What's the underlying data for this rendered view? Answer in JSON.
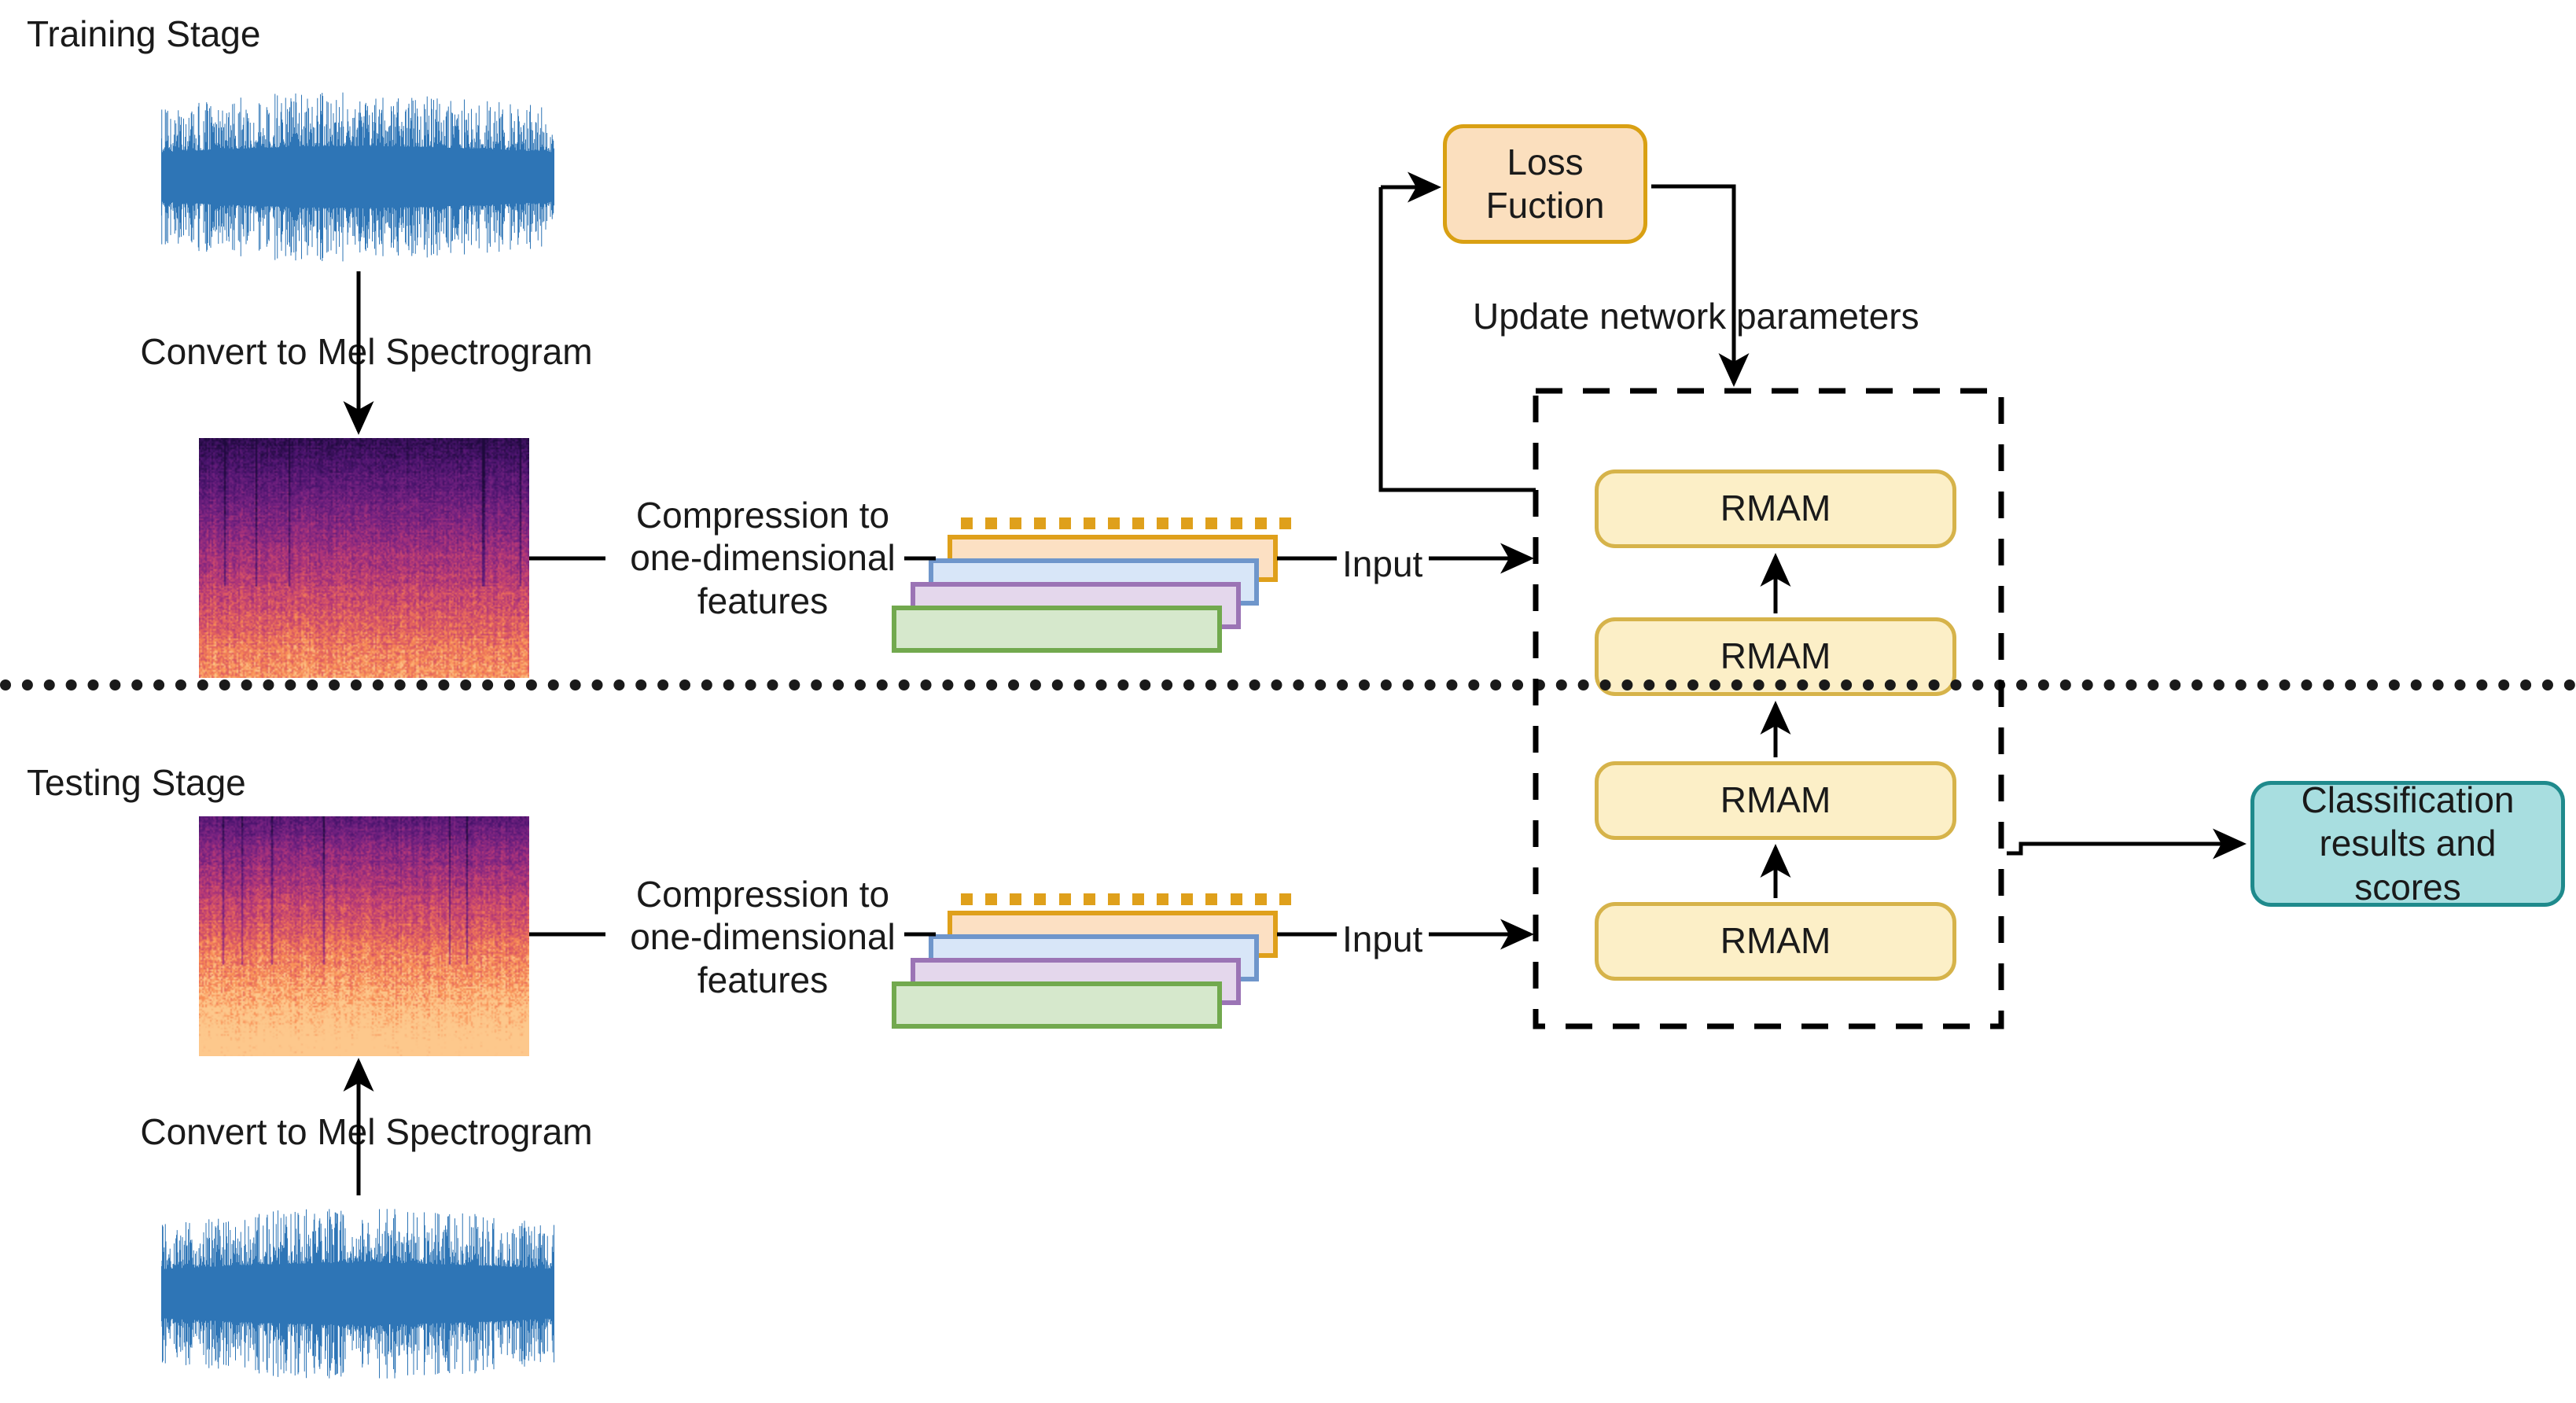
{
  "diagram": {
    "title_training": "Training Stage",
    "title_testing": "Testing Stage",
    "convert_label_top": "Convert to Mel Spectrogram",
    "convert_label_bottom": "Convert to Mel Spectrogram",
    "compression_label_top": "Compression to\none-dimensional\nfeatures",
    "compression_label_bottom": "Compression to\none-dimensional\nfeatures",
    "input_label_top": "Input",
    "input_label_bottom": "Input",
    "loss_box": "Loss\nFuction",
    "update_label": "Update network parameters",
    "classification_box": "Classification\nresults and\nscores",
    "rmam_blocks": [
      {
        "label": "RMAM"
      },
      {
        "label": "RMAM"
      },
      {
        "label": "RMAM"
      },
      {
        "label": "RMAM"
      }
    ],
    "icons": {
      "waveform_training": "audio-waveform-icon",
      "waveform_testing": "audio-waveform-icon",
      "spectrogram_training": "mel-spectrogram-icon",
      "spectrogram_testing": "mel-spectrogram-icon",
      "feature_stack_training": "feature-stack-icon",
      "feature_stack_testing": "feature-stack-icon",
      "stage-separator": "dotted-divider-icon"
    },
    "colors": {
      "waveform": "#2E75B6",
      "rmam_fill": "#FCEFC7",
      "rmam_border": "#D6B34A",
      "loss_fill": "#FBDFBE",
      "loss_border": "#D9A013",
      "classification_fill": "#A8DEE0",
      "classification_border": "#1F8A8C",
      "feature_orange_fill": "#FCE0C3",
      "feature_orange_border": "#DFA01B",
      "feature_blue_fill": "#D8E6F8",
      "feature_blue_border": "#6F96CB",
      "feature_purple_fill": "#E4D7EC",
      "feature_purple_border": "#9B74B5",
      "feature_green_fill": "#D6E8CC",
      "feature_green_border": "#72A94E",
      "arrow": "#000000"
    }
  }
}
